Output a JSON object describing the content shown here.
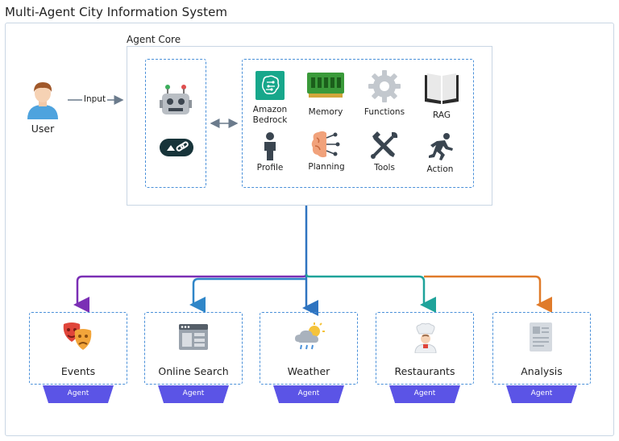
{
  "title": "Multi-Agent City Information System",
  "agent_core": {
    "label": "Agent Core",
    "components": [
      {
        "label": "Amazon Bedrock",
        "icon": "amazon-bedrock-icon"
      },
      {
        "label": "Memory",
        "icon": "memory-chip-icon"
      },
      {
        "label": "Functions",
        "icon": "gear-icon"
      },
      {
        "label": "RAG",
        "icon": "open-book-icon"
      },
      {
        "label": "Profile",
        "icon": "person-silhouette-icon"
      },
      {
        "label": "Planning",
        "icon": "brain-network-icon"
      },
      {
        "label": "Tools",
        "icon": "wrench-screwdriver-icon"
      },
      {
        "label": "Action",
        "icon": "running-person-icon"
      }
    ]
  },
  "user": {
    "label": "User",
    "icon": "user-avatar-icon"
  },
  "input_label": "Input",
  "agents": [
    {
      "label": "Events",
      "badge": "Agent",
      "icon": "theater-masks-icon",
      "line_color": "#7b2fb5"
    },
    {
      "label": "Online Search",
      "badge": "Agent",
      "icon": "browser-window-icon",
      "line_color": "#2f86c8"
    },
    {
      "label": "Weather",
      "badge": "Agent",
      "icon": "sun-cloud-rain-icon",
      "line_color": "#2f74c0"
    },
    {
      "label": "Restaurants",
      "badge": "Agent",
      "icon": "chef-icon",
      "line_color": "#1fa39a"
    },
    {
      "label": "Analysis",
      "badge": "Agent",
      "icon": "document-icon",
      "line_color": "#e07b2a"
    }
  ],
  "colors": {
    "dashed_border": "#4a90d9",
    "badge": "#5b54e6"
  }
}
